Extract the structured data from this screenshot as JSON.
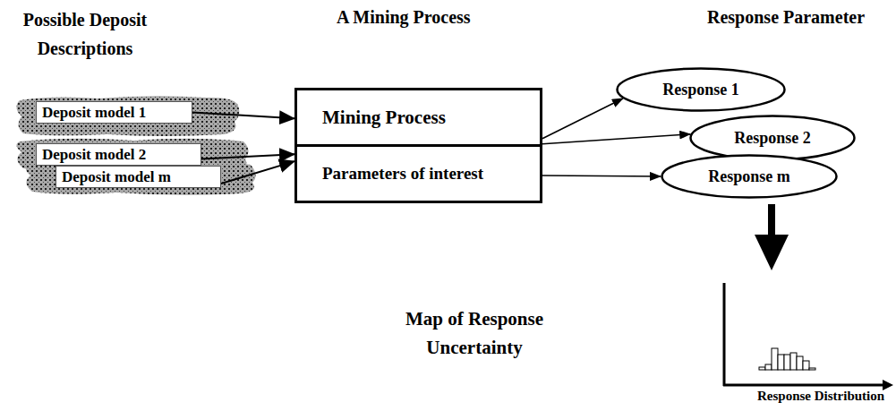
{
  "diagram": {
    "nodes": [
      {
        "text": [
          "Deposit model 1"
        ]
      },
      {
        "text": [
          "Deposit model 2"
        ]
      },
      {
        "text": [
          "Deposit model m"
        ]
      },
      {
        "text": [
          "Mining Process"
        ]
      },
      {
        "text": [
          "Parameters of interest"
        ]
      },
      {
        "text": [
          "Response 1"
        ]
      },
      {
        "text": [
          "Response 2"
        ]
      },
      {
        "text": [
          "Response m"
        ]
      }
    ],
    "edges": [
      {
        "from": 0,
        "to": 3,
        "arrow": "to"
      },
      {
        "from": 1,
        "to": 4,
        "arrow": "to"
      },
      {
        "from": 2,
        "to": 4,
        "arrow": "to"
      },
      {
        "from": 3,
        "to": 5,
        "arrow": "to"
      },
      {
        "from": 3,
        "to": 6,
        "arrow": "to"
      },
      {
        "from": 4,
        "to": 7,
        "arrow": "to"
      }
    ],
    "labels": [
      "Possible Deposit Descriptions",
      "A Mining Process",
      "Response Parameter",
      "Map of Response Uncertainty",
      "Response Distribution"
    ]
  }
}
